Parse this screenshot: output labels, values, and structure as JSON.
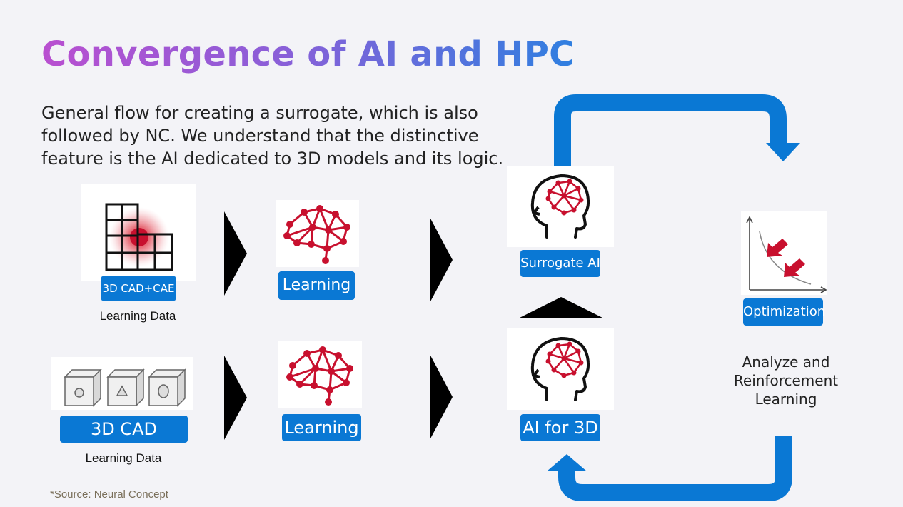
{
  "title": "Convergence of AI and HPC",
  "description": "General flow for creating a surrogate, which is also followed by NC. We understand that the distinctive feature is the AI dedicated to 3D models and its logic.",
  "top_row": {
    "input_tag": "3D CAD+CAE",
    "input_caption": "Learning Data",
    "learning_tag": "Learning",
    "output_tag": "Surrogate AI"
  },
  "bottom_row": {
    "input_tag": "3D CAD",
    "input_caption": "Learning Data",
    "learning_tag": "Learning",
    "output_tag": "AI for 3D"
  },
  "optimization": {
    "tag": "Optimization",
    "caption": "Analyze and Reinforcement Learning"
  },
  "source": "*Source: Neural Concept",
  "colors": {
    "accent_blue": "#0a78d4",
    "network_red": "#c8102e",
    "title_start": "#b94fd0",
    "title_end": "#2f7fe0"
  }
}
